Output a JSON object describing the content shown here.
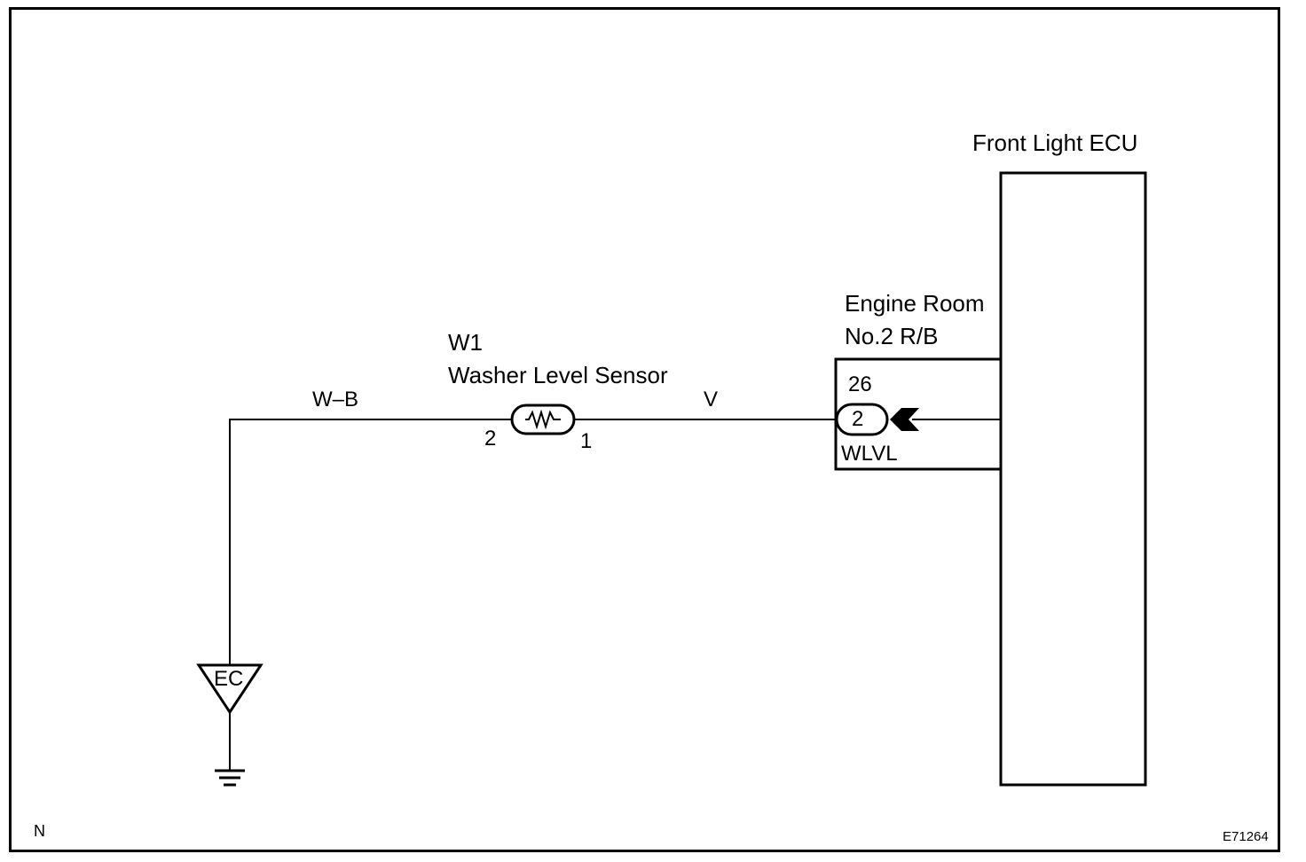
{
  "diagram": {
    "type": "wiring-diagram",
    "components": {
      "ecu": {
        "name": "Front Light ECU"
      },
      "junction_block": {
        "line1": "Engine Room",
        "line2": "No.2 R/B",
        "connector": "26",
        "pin": "2",
        "terminal": "WLVL"
      },
      "sensor": {
        "id": "W1",
        "name": "Washer Level Sensor",
        "pin_left": "2",
        "pin_right": "1"
      },
      "ground": {
        "code": "EC"
      }
    },
    "wires": [
      {
        "color_code": "W–B",
        "from": "ground EC",
        "to": "W1 pin 2"
      },
      {
        "color_code": "V",
        "from": "W1 pin 1",
        "to": "R/B 26 pin 2"
      }
    ],
    "corner_label": "N",
    "figure_id": "E71264",
    "colors": {
      "line": "#000000",
      "background": "#ffffff"
    }
  }
}
